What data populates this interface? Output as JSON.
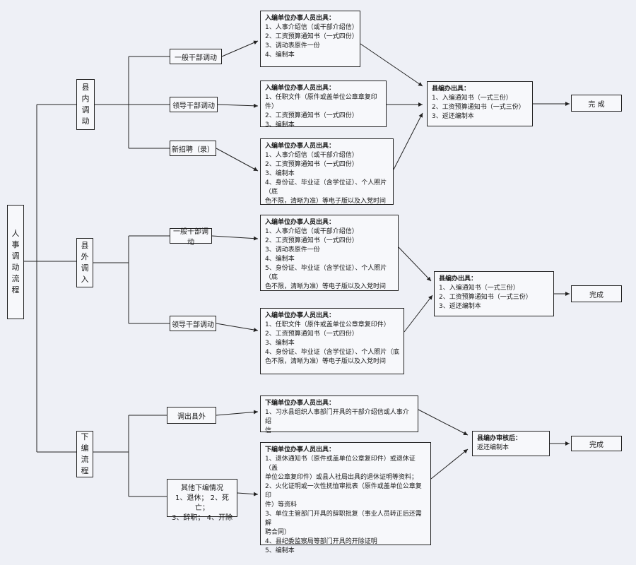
{
  "root": "人事调动流程",
  "branches": [
    {
      "label": "县内调动",
      "subs": [
        "一般干部调动",
        "领导干部调动",
        "新招聘（录）"
      ]
    },
    {
      "label": "县外调入",
      "subs": [
        "一般干部调动",
        "领导干部调动"
      ]
    },
    {
      "label": "下编流程",
      "subs": [
        "调出县外"
      ]
    }
  ],
  "other_cases": {
    "title": "其他下编情况",
    "lines": [
      "1、退休；  2、死亡；",
      "3、辞职；  4、开除"
    ]
  },
  "docs": [
    {
      "title": "入编单位办事人员出具：",
      "lines": [
        "1、人事介绍信（或干部介绍信）",
        "2、工资预算通知书（一式四份）",
        "3、调动表原件一份",
        "4、编制本"
      ]
    },
    {
      "title": "入编单位办事人员出具：",
      "lines": [
        "1、任职文件（原件或盖单位公章章复印件）",
        "2、工资预算通知书（一式四份）",
        "3、编制本"
      ]
    },
    {
      "title": "入编单位办事人员出具：",
      "lines": [
        "1、人事介绍信（或干部介绍信）",
        "2、工资预算通知书（一式四份）",
        "3、编制本",
        "4、身份证、毕业证（含学位证）、个人照片（底",
        "色不限，清晰为准）等电子版以及入党时间"
      ]
    },
    {
      "title": "入编单位办事人员出具：",
      "lines": [
        "1、人事介绍信（或干部介绍信）",
        "2、工资预算通知书（一式四份）",
        "3、调动表原件一份",
        "4、编制本",
        "5、身份证、毕业证（含学位证）、个人照片（底",
        "色不限，清晰为准）等电子版以及入党时间"
      ]
    },
    {
      "title": "入编单位办事人员出具：",
      "lines": [
        "1、任职文件（原件或盖单位公章章复印件）",
        "2、工资预算通知书（一式四份）",
        "3、编制本",
        "4、身份证、毕业证（含学位证）、个人照片（底",
        "色不限，清晰为准）等电子版以及入党时间"
      ]
    },
    {
      "title": "下编单位办事人员出具：",
      "lines": [
        "1、习水县组织人事部门开具的干部介绍信或人事介绍",
        "信"
      ]
    },
    {
      "title": "下编单位办事人员出具：",
      "lines": [
        "1、退休通知书（原件或盖单位公章复印件）或退休证（盖",
        "单位公章复印件）或县人社局出具的退休证明等资料；",
        "2、火化证明或一次性抚恤审批表（原件或盖单位公章复印",
        "件）等资料",
        "3、单位主管部门开具的辞职批复（事业人员转正后还需解",
        "聘合同）",
        "4、县纪委监察局等部门开具的开除证明",
        "5、编制本"
      ]
    }
  ],
  "offices": [
    {
      "title": "县编办出具：",
      "lines": [
        "1、入编通知书（一式三份）",
        "2、工资预算通知书（一式三份）",
        "3、返还编制本"
      ]
    },
    {
      "title": "县编办出具：",
      "lines": [
        "1、入编通知书（一式三份）",
        "2、工资预算通知书（一式三份）",
        "3、返还编制本"
      ]
    },
    {
      "title": "县编办审核后：",
      "lines": [
        "返还编制本"
      ]
    }
  ],
  "done": [
    "完  成",
    "完成",
    "完成"
  ]
}
